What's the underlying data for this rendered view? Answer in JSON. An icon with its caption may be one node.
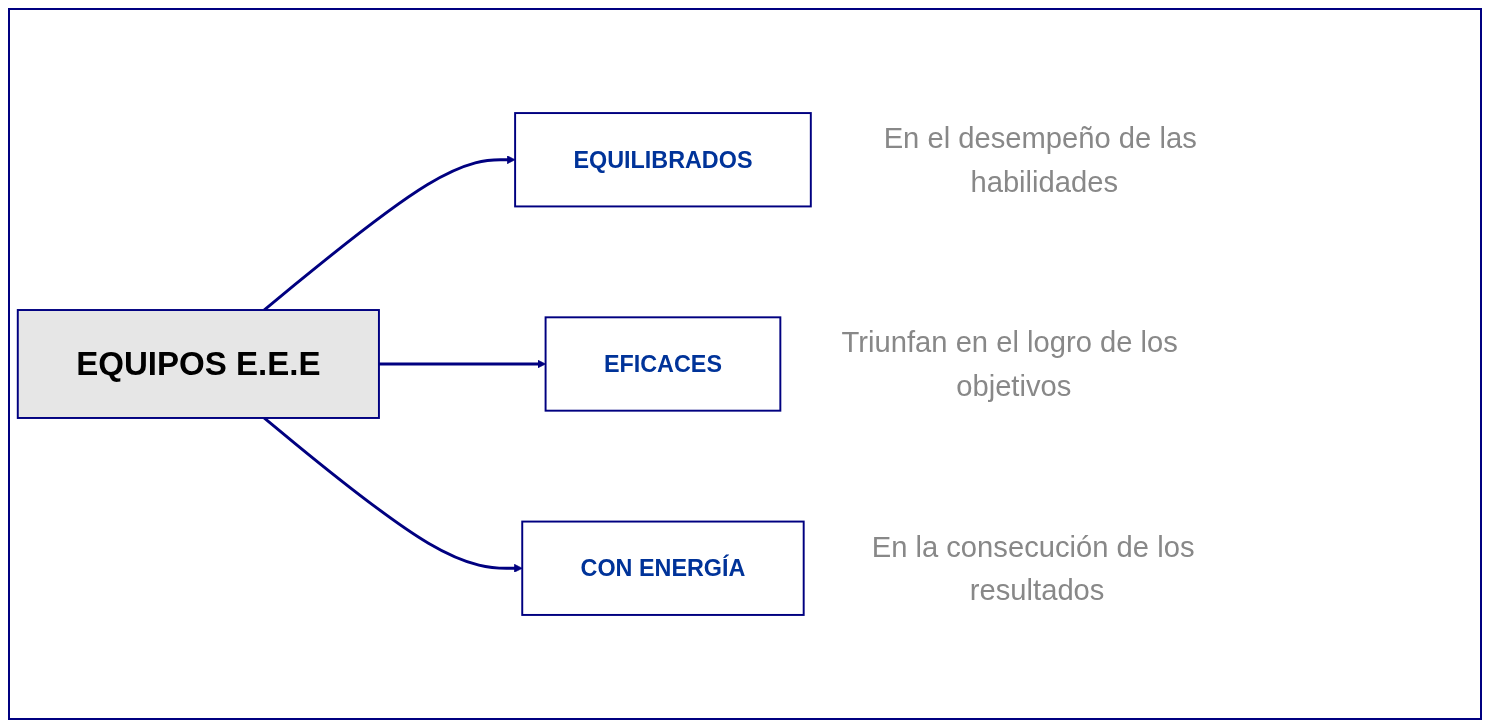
{
  "diagram": {
    "nodes": [
      {
        "text": [
          "EQUIPOS E.E.E"
        ]
      },
      {
        "text": [
          "EQUILIBRADOS"
        ],
        "beside": [
          "En el desempeño de las habilidades"
        ]
      },
      {
        "text": [
          "EFICACES"
        ],
        "beside": [
          "Triunfan en el logro de los objetivos"
        ]
      },
      {
        "text": [
          "CON ENERGÍA"
        ],
        "beside": [
          "En la consecución de los resultados"
        ]
      }
    ],
    "edges": [
      {
        "from": 0,
        "to": 1,
        "arrow": "to"
      },
      {
        "from": 0,
        "to": 2,
        "arrow": "to"
      },
      {
        "from": 0,
        "to": 3,
        "arrow": "to"
      }
    ]
  }
}
